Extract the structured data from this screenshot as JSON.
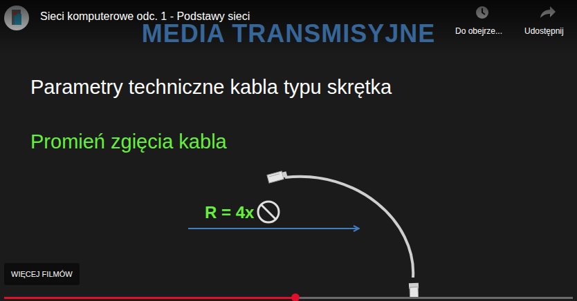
{
  "diagram": {
    "title": "MEDIA TRANSMISYJNE",
    "nodes": [
      {
        "text": [
          "WIĘCEJ FILMÓW"
        ]
      }
    ],
    "labels": [
      "Sieci komputerowe odc. 1 - Podstawy sieci",
      "Do obejrze...",
      "Udostępnij",
      "Parametry techniczne kabla typu skrętka",
      "Promień zgięcia kabla",
      "R = 4x"
    ]
  }
}
